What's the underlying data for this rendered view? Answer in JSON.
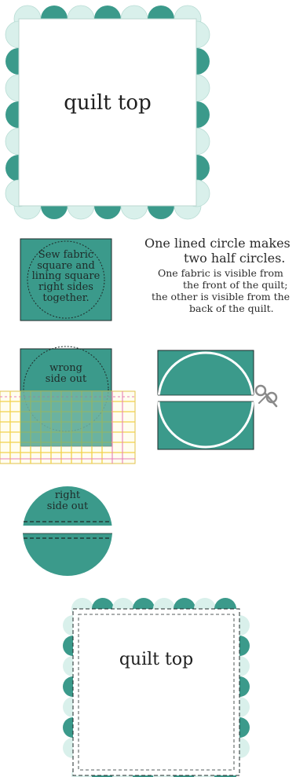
{
  "colors": {
    "teal": "#3b9a8b",
    "teal_dark": "#2f7f73",
    "pale": "#d9f0eb",
    "ruler_yellow": "#f2d24a",
    "ruler_pink": "#e77fb6",
    "line_dark": "#1e2a28"
  },
  "panel1": {
    "label": "quilt top"
  },
  "step1": {
    "lines": [
      "Sew fabric",
      "square and",
      "lining square",
      "right sides",
      "together."
    ]
  },
  "note": {
    "line1": "One lined circle makes",
    "line2": "two half circles.",
    "line3": "One fabric is visible from",
    "line4": "the front of the quilt;",
    "line5": "the other is visible from the",
    "line6": "back of the quilt."
  },
  "step2": {
    "lines": [
      "wrong",
      "side out"
    ]
  },
  "step3": {
    "lines": [
      "right",
      "side out"
    ]
  },
  "panel2": {
    "label": "quilt top"
  },
  "icons": {
    "scissors": "scissors-icon",
    "ruler": "ruler-icon"
  }
}
